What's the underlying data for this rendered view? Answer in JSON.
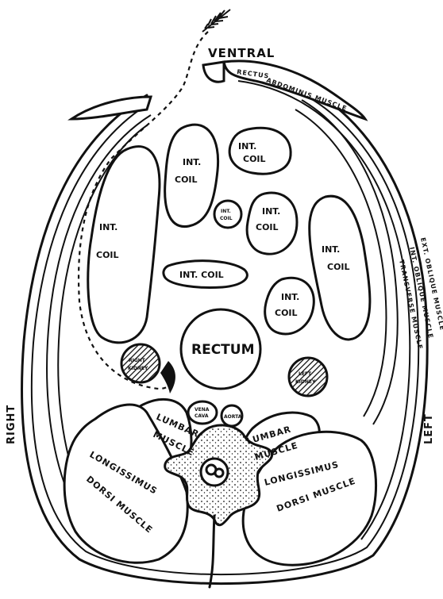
{
  "labels": {
    "ventral": "VENTRAL",
    "rectus_line1": "RECTUS",
    "rectus_line2": "ABDOMINIS MUSCLE",
    "right": "RIGHT",
    "left": "LEFT",
    "ext_oblique": "EXT. OBLIQUE MUSCLE",
    "int_oblique": "INT. OBLIQUE MUSCLE",
    "transverse": "TRANSVERSE MUSCLE",
    "int": "INT.",
    "coil": "COIL",
    "int_coil": "INT. COIL",
    "rectum": "RECTUM",
    "right_kidney_1": "RIGHT",
    "right_kidney_2": "KIDNEY",
    "left_kidney_1": "LEFT",
    "left_kidney_2": "KIDNEY",
    "vena": "VENA",
    "cava": "CAVA",
    "aorta": "AORTA",
    "lumbar": "LUMBAR",
    "muscle": "MUSCLE",
    "longissimus": "LONGISSIMUS",
    "dorsi_muscle": "DORSI MUSCLE"
  },
  "colors": {
    "ink": "#111111",
    "paper": "#ffffff"
  },
  "icons": {
    "needle_path": "feather-arrow-icon",
    "direction_arrow": "arrowhead-icon"
  }
}
